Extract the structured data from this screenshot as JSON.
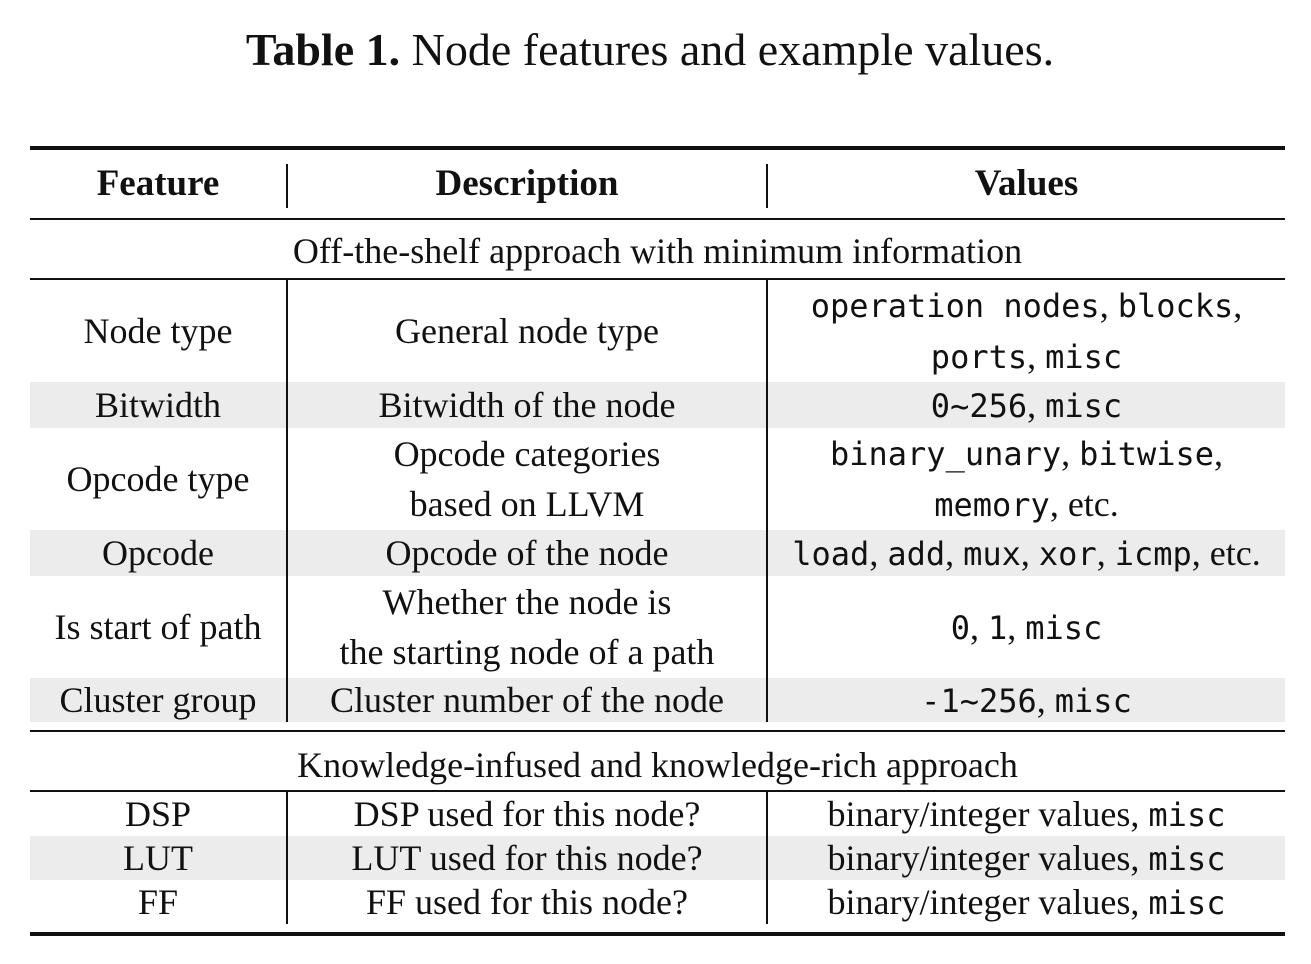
{
  "caption": {
    "label": "Table 1.",
    "text": "Node features and example values."
  },
  "header": {
    "feature": "Feature",
    "description": "Description",
    "values": "Values"
  },
  "sections": [
    "Off-the-shelf approach with minimum information",
    "Knowledge-infused and knowledge-rich approach"
  ],
  "rows": [
    {
      "feature": "Node type",
      "description": [
        "General node type"
      ],
      "values": [
        [
          {
            "t": "operation nodes",
            "m": true
          },
          {
            "t": ", ",
            "m": false
          },
          {
            "t": "blocks",
            "m": true
          },
          {
            "t": ",",
            "m": false
          }
        ],
        [
          {
            "t": "ports",
            "m": true
          },
          {
            "t": ", ",
            "m": false
          },
          {
            "t": "misc",
            "m": true
          }
        ]
      ]
    },
    {
      "feature": "Bitwidth",
      "description": [
        "Bitwidth of the node"
      ],
      "values": [
        [
          {
            "t": "0~256",
            "m": true
          },
          {
            "t": ", ",
            "m": false
          },
          {
            "t": "misc",
            "m": true
          }
        ]
      ]
    },
    {
      "feature": "Opcode type",
      "description": [
        "Opcode categories",
        "based on LLVM"
      ],
      "values": [
        [
          {
            "t": "binary_unary",
            "m": true
          },
          {
            "t": ", ",
            "m": false
          },
          {
            "t": "bitwise",
            "m": true
          },
          {
            "t": ",",
            "m": false
          }
        ],
        [
          {
            "t": "memory",
            "m": true
          },
          {
            "t": ", etc.",
            "m": false
          }
        ]
      ]
    },
    {
      "feature": "Opcode",
      "description": [
        "Opcode of the node"
      ],
      "values": [
        [
          {
            "t": "load",
            "m": true
          },
          {
            "t": ", ",
            "m": false
          },
          {
            "t": "add",
            "m": true
          },
          {
            "t": ", ",
            "m": false
          },
          {
            "t": "mux",
            "m": true
          },
          {
            "t": ", ",
            "m": false
          },
          {
            "t": "xor",
            "m": true
          },
          {
            "t": ", ",
            "m": false
          },
          {
            "t": "icmp",
            "m": true
          },
          {
            "t": ", etc.",
            "m": false
          }
        ]
      ]
    },
    {
      "feature": "Is start of path",
      "description": [
        "Whether the node is",
        "the starting node of a path"
      ],
      "values": [
        [
          {
            "t": "0",
            "m": true
          },
          {
            "t": ", ",
            "m": false
          },
          {
            "t": "1",
            "m": true
          },
          {
            "t": ", ",
            "m": false
          },
          {
            "t": "misc",
            "m": true
          }
        ]
      ]
    },
    {
      "feature": "Cluster group",
      "description": [
        "Cluster number of the node"
      ],
      "values": [
        [
          {
            "t": "-1~256",
            "m": true
          },
          {
            "t": ", ",
            "m": false
          },
          {
            "t": "misc",
            "m": true
          }
        ]
      ]
    },
    {
      "feature": "DSP",
      "description": [
        "DSP used for this node?"
      ],
      "values": [
        [
          {
            "t": "binary/integer values, ",
            "m": false
          },
          {
            "t": "misc",
            "m": true
          }
        ]
      ]
    },
    {
      "feature": "LUT",
      "description": [
        "LUT used for this node?"
      ],
      "values": [
        [
          {
            "t": "binary/integer values, ",
            "m": false
          },
          {
            "t": "misc",
            "m": true
          }
        ]
      ]
    },
    {
      "feature": "FF",
      "description": [
        "FF used for this node?"
      ],
      "values": [
        [
          {
            "t": "binary/integer values, ",
            "m": false
          },
          {
            "t": "misc",
            "m": true
          }
        ]
      ]
    }
  ]
}
